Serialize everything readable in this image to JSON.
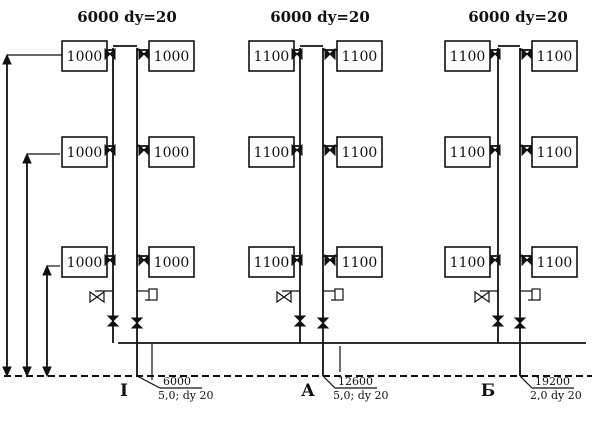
{
  "groups": [
    {
      "title": "6000  dy=20",
      "riser_id": "I",
      "radiator_label": "1000",
      "annotation_top": "6000",
      "annotation_bottom": "5,0;  dy 20"
    },
    {
      "title": "6000  dy=20",
      "riser_id": "A",
      "radiator_label": "1100",
      "annotation_top": "12600",
      "annotation_bottom": "5,0;  dy 20"
    },
    {
      "title": "6000  dy=20",
      "riser_id": "Б",
      "radiator_label": "1100",
      "annotation_top": "19200",
      "annotation_bottom": "2,0  dy 20"
    }
  ],
  "icons": {
    "valve": "bowtie-valve-icon",
    "arrow": "arrow-head-icon",
    "gauge": "flag-gauge-icon"
  }
}
